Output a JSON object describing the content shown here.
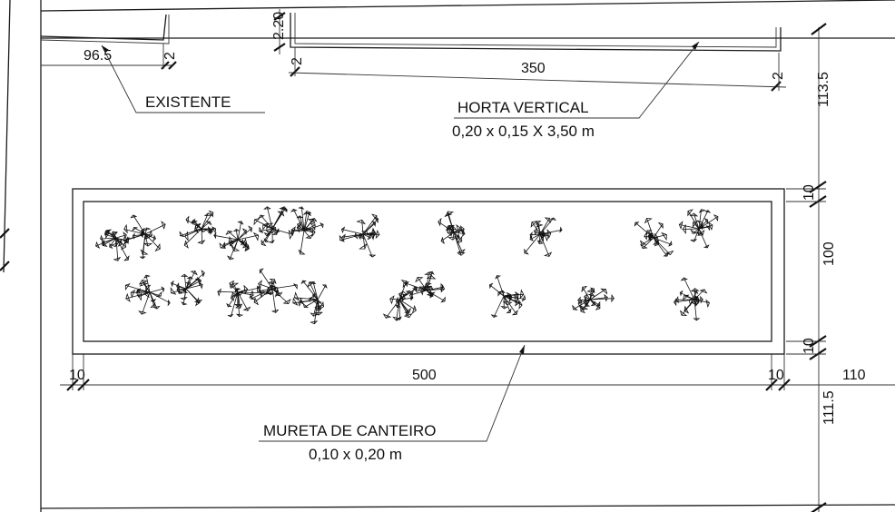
{
  "labels": {
    "existente": "EXISTENTE",
    "horta_title": "HORTA VERTICAL",
    "horta_size": "0,20 x 0,15 X 3,50 m",
    "mureta_title": "MURETA DE CANTEIRO",
    "mureta_size": "0,10 x 0,20 m"
  },
  "dimensions": {
    "existente_width": "96.5",
    "existente_gap": "2",
    "horta_depth": "2.20",
    "horta_gap_left": "2",
    "horta_length": "350",
    "horta_gap_right": "2",
    "top_offset": "113.5",
    "wall_top": "10",
    "bed_depth": "100",
    "wall_bottom": "10",
    "wall_left": "10",
    "bed_length": "500",
    "wall_right": "10",
    "side_offset": "110",
    "bottom_offset": "111.5"
  },
  "planter": {
    "plant_clusters": 19
  }
}
